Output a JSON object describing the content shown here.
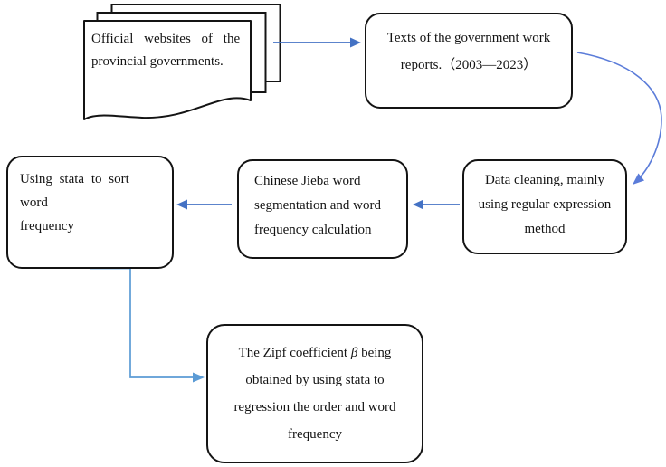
{
  "colors": {
    "box_border": "#141414",
    "text": "#141414",
    "arrow_primary": "#4472C4",
    "arrow_curve": "#5b7cd9",
    "arrow_elbow": "#5b9bd5"
  },
  "nodes": {
    "source": {
      "shape": "multi-document",
      "lines": [
        "Official websites of the",
        "provincial governments."
      ]
    },
    "reports": {
      "shape": "rounded-rectangle",
      "lines": [
        "Texts of the government work",
        "reports.（2003—2023）"
      ]
    },
    "cleaning": {
      "shape": "rounded-rectangle",
      "lines": [
        "Data cleaning, mainly",
        "using regular expression",
        "method"
      ]
    },
    "jieba": {
      "shape": "rounded-rectangle",
      "lines": [
        "Chinese Jieba word",
        "segmentation and word",
        "frequency calculation"
      ]
    },
    "sort": {
      "shape": "rounded-rectangle",
      "lines": [
        "Using stata to sort word",
        "frequency"
      ]
    },
    "zipf": {
      "shape": "rounded-rectangle",
      "line1_pre": "The Zipf coefficient ",
      "line1_beta": "β",
      "line1_post": " being",
      "lines": [
        "obtained by using stata to",
        "regression the order and word",
        "frequency"
      ]
    }
  },
  "connectors": {
    "source_to_reports": "arrow-right",
    "reports_to_cleaning": "curved-arrow-down",
    "cleaning_to_jieba": "arrow-left",
    "jieba_to_sort": "arrow-left",
    "sort_to_zipf": "elbow-arrow-right"
  }
}
